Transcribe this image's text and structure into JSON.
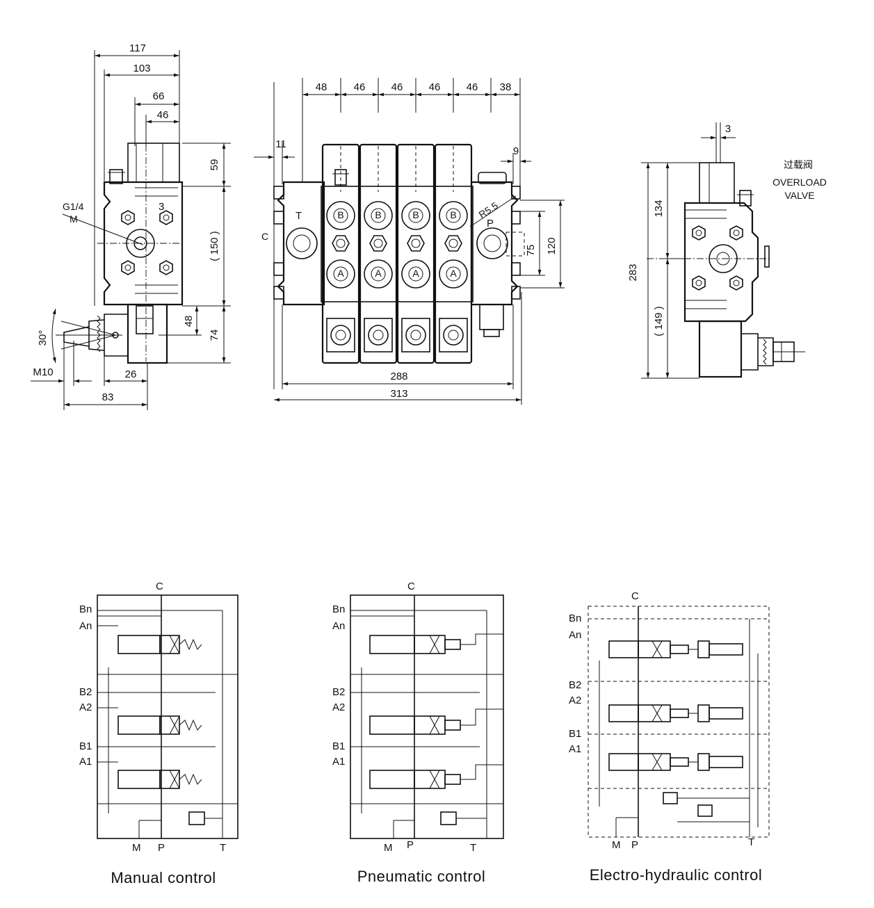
{
  "side_view": {
    "dims": {
      "d117": "117",
      "d103": "103",
      "d66": "66",
      "d46": "46",
      "d3": "3",
      "d59": "59",
      "d150": "( 150 )",
      "d48": "48",
      "d74": "74",
      "d26": "26",
      "d83": "83",
      "d30": "30°"
    },
    "labels": {
      "g14": "G1/4",
      "m": "M",
      "m10": "M10"
    }
  },
  "front_view": {
    "dims": {
      "d11": "11",
      "d9": "9",
      "d288": "288",
      "d313": "313",
      "d75": "75",
      "d120": "120",
      "r55": "R5.5"
    },
    "spacing": [
      "48",
      "46",
      "46",
      "46",
      "46",
      "38"
    ],
    "labels": {
      "t": "T",
      "p": "P",
      "c": "C",
      "b": "B",
      "a": "A"
    }
  },
  "right_view": {
    "dims": {
      "d3": "3",
      "d134": "134",
      "d283": "283",
      "d149": "( 149 )"
    },
    "labels": {
      "overload_cn": "过载阀",
      "overload_en1": "OVERLOAD",
      "overload_en2": "VALVE"
    }
  },
  "schematics": [
    {
      "caption": "Manual control",
      "c": "C",
      "m": "M",
      "p": "P",
      "t": "T",
      "ports": {
        "bn": "Bn",
        "an": "An",
        "b2": "B2",
        "a2": "A2",
        "b1": "B1",
        "a1": "A1"
      }
    },
    {
      "caption": "Pneumatic control",
      "c": "C",
      "m": "M",
      "p": "P",
      "t": "T",
      "ports": {
        "bn": "Bn",
        "an": "An",
        "b2": "B2",
        "a2": "A2",
        "b1": "B1",
        "a1": "A1"
      }
    },
    {
      "caption": "Electro-hydraulic control",
      "c": "C",
      "m": "M",
      "p": "P",
      "t": "T",
      "ports": {
        "bn": "Bn",
        "an": "An",
        "b2": "B2",
        "a2": "A2",
        "b1": "B1",
        "a1": "A1"
      }
    }
  ]
}
